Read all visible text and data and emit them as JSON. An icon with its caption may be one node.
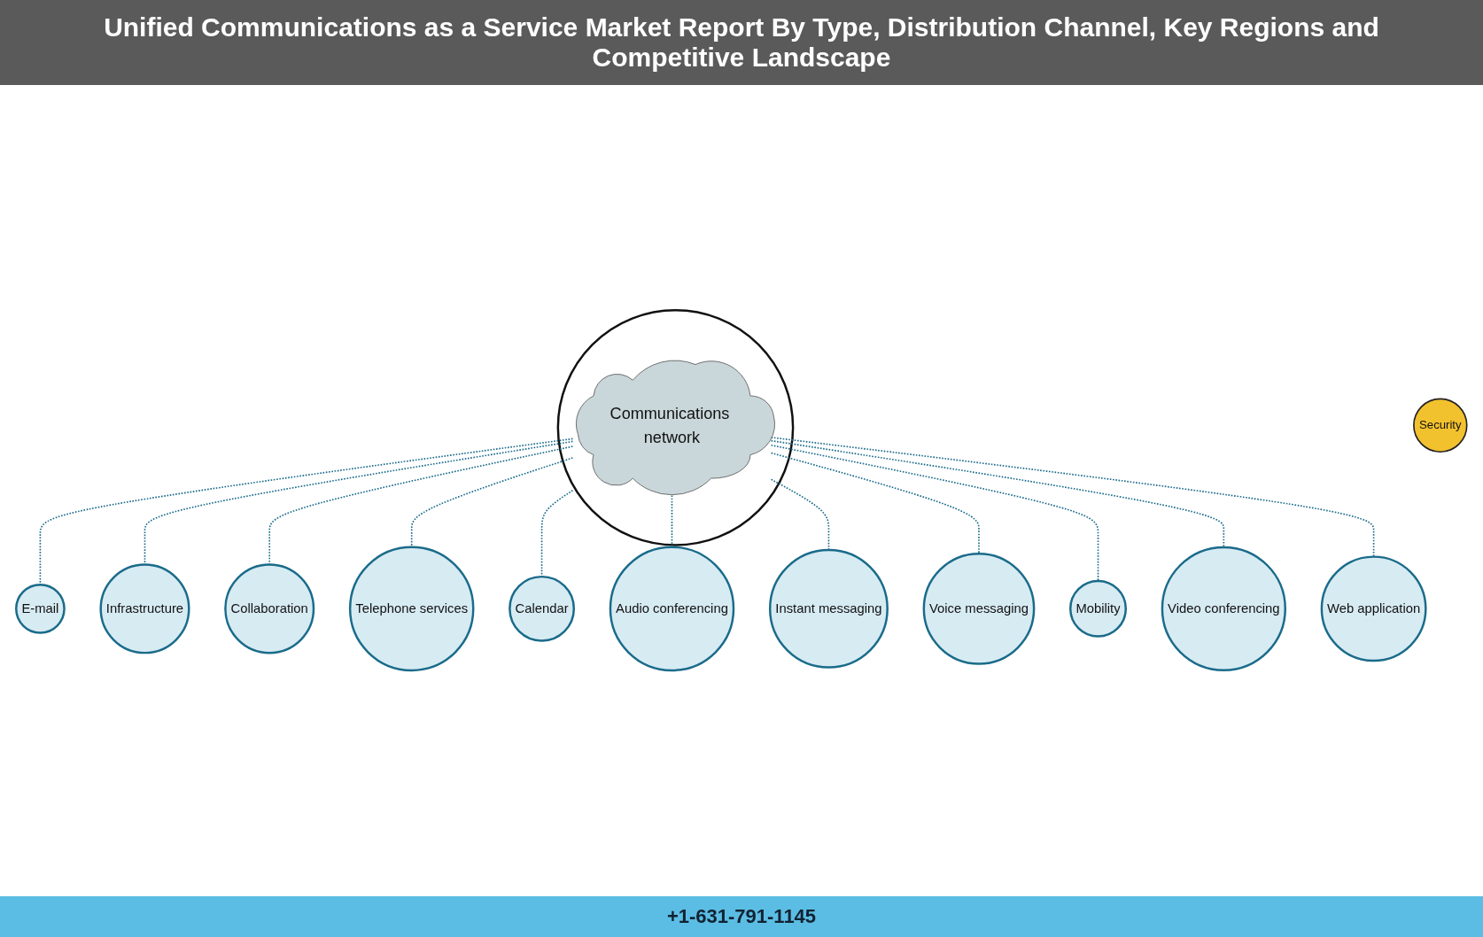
{
  "diagram": {
    "title": "Unified Communications as a Service Market Report By Type, Distribution Channel, Key Regions and Competitive Landscape",
    "nodes": [
      {
        "text": [],
        "shape": "circle"
      },
      {
        "text": [
          "Communications network"
        ],
        "in": 0
      },
      {
        "text": [
          "E-mail"
        ]
      },
      {
        "text": [
          "Infrastructure"
        ]
      },
      {
        "text": [
          "Collaboration"
        ]
      },
      {
        "text": [
          "Security"
        ]
      },
      {
        "text": [
          "Telephone services"
        ]
      },
      {
        "text": [
          "Calendar"
        ]
      },
      {
        "text": [
          "Audio conferencing"
        ]
      },
      {
        "text": [
          "Instant messaging"
        ]
      },
      {
        "text": [
          "Voice messaging"
        ]
      },
      {
        "text": [
          "Mobility"
        ]
      },
      {
        "text": [
          "Video conferencing"
        ]
      },
      {
        "text": [
          "Web application"
        ]
      }
    ],
    "edges": [
      {
        "from": 1,
        "to": 2,
        "arrow": "none",
        "style": "dashed"
      },
      {
        "from": 1,
        "to": 3,
        "arrow": "none",
        "style": "dashed"
      },
      {
        "from": 1,
        "to": 4,
        "arrow": "none",
        "style": "dashed"
      },
      {
        "from": 1,
        "to": 6,
        "arrow": "none",
        "style": "dashed"
      },
      {
        "from": 1,
        "to": 7,
        "arrow": "none",
        "style": "dashed"
      },
      {
        "from": 1,
        "to": 8,
        "arrow": "none",
        "style": "dashed"
      },
      {
        "from": 1,
        "to": 9,
        "arrow": "none",
        "style": "dashed"
      },
      {
        "from": 1,
        "to": 10,
        "arrow": "none",
        "style": "dashed"
      },
      {
        "from": 1,
        "to": 11,
        "arrow": "none",
        "style": "dashed"
      },
      {
        "from": 1,
        "to": 12,
        "arrow": "none",
        "style": "dashed"
      },
      {
        "from": 1,
        "to": 13,
        "arrow": "none",
        "style": "dashed"
      }
    ],
    "labels": [
      "+1-631-791-1145"
    ]
  }
}
